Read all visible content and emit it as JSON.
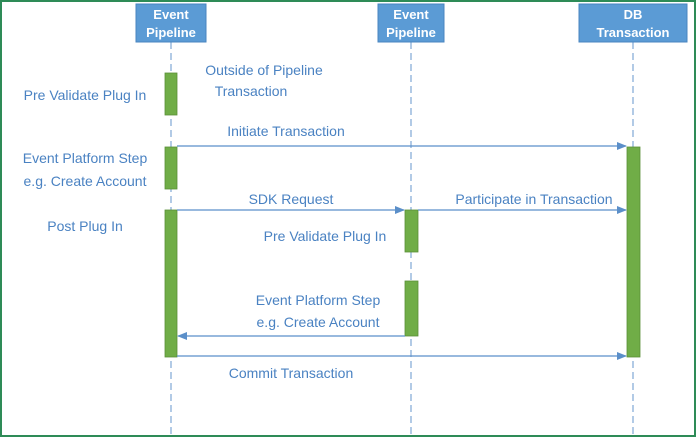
{
  "colors": {
    "frame": "#2e8b57",
    "header_fill": "#5b9bd5",
    "header_border": "#4a86c0",
    "header_text": "#ffffff",
    "lifeline": "#7fa8d6",
    "activation": "#70ad47",
    "activation_border": "#5a8f38",
    "arrow": "#5b8fc9",
    "label": "#4a82c2"
  },
  "participants": [
    {
      "id": "p1",
      "line1": "Event",
      "line2": "Pipeline"
    },
    {
      "id": "p2",
      "line1": "Event",
      "line2": "Pipeline"
    },
    {
      "id": "p3",
      "line1": "DB",
      "line2": "Transaction"
    }
  ],
  "notes": [
    {
      "id": "pre-validate-1",
      "lines": [
        "Pre Validate Plug In"
      ]
    },
    {
      "id": "outside-pipeline",
      "lines": [
        "Outside of Pipeline",
        "Transaction"
      ]
    },
    {
      "id": "event-platform-1",
      "lines": [
        "Event Platform Step",
        "e.g. Create Account"
      ]
    },
    {
      "id": "post-plug-in",
      "lines": [
        "Post Plug In"
      ]
    },
    {
      "id": "pre-validate-2",
      "lines": [
        "Pre Validate Plug In"
      ]
    },
    {
      "id": "event-platform-2",
      "lines": [
        "Event Platform Step",
        "e.g. Create Account"
      ]
    }
  ],
  "messages": [
    {
      "id": "initiate",
      "label": "Initiate Transaction"
    },
    {
      "id": "sdk",
      "label": "SDK Request"
    },
    {
      "id": "participate",
      "label": "Participate in Transaction"
    },
    {
      "id": "return",
      "label": ""
    },
    {
      "id": "commit",
      "label": "Commit Transaction"
    }
  ]
}
